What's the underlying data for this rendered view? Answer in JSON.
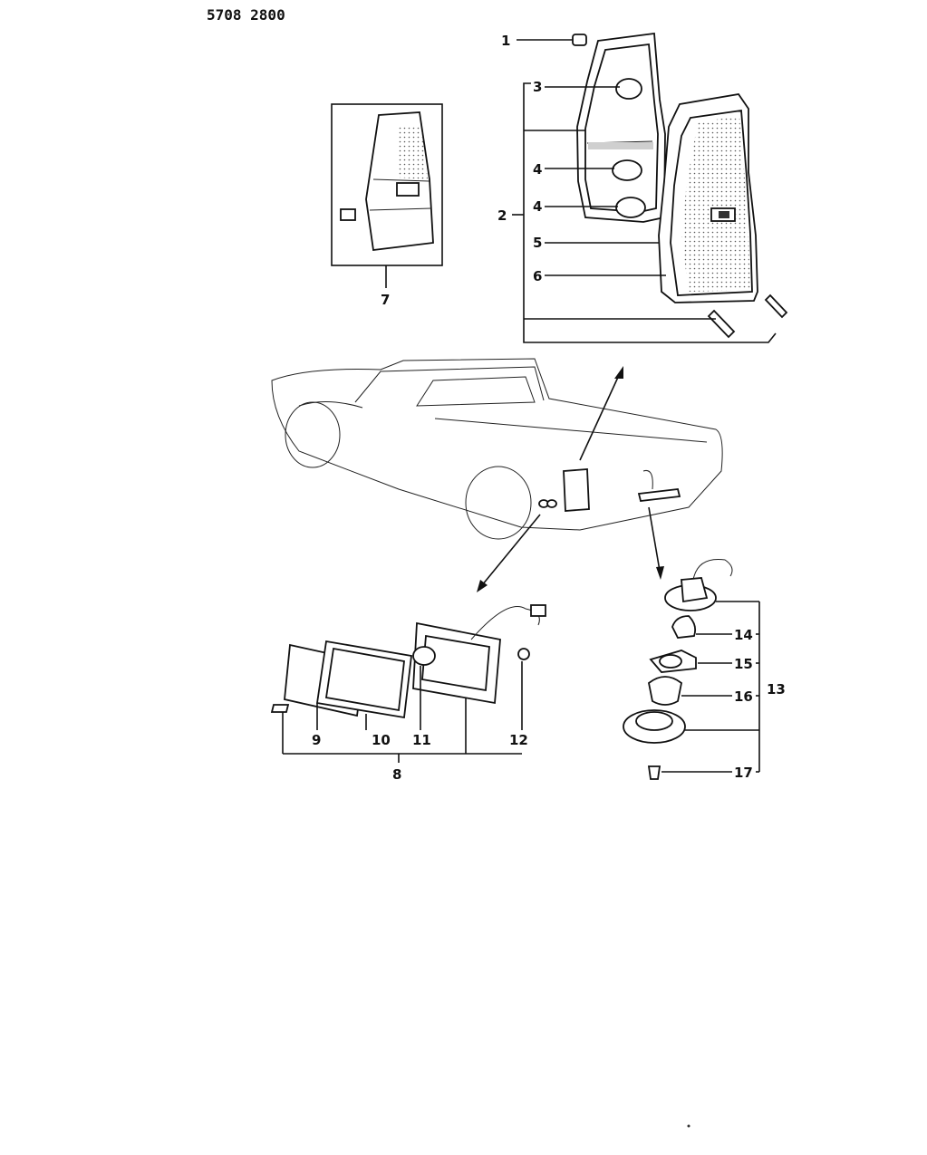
{
  "header": {
    "code": "5708 2800"
  },
  "callouts": {
    "c1": "1",
    "c2": "2",
    "c3": "3",
    "c4a": "4",
    "c4b": "4",
    "c5": "5",
    "c6": "6",
    "c7": "7",
    "c8": "8",
    "c9": "9",
    "c10": "10",
    "c11": "11",
    "c12": "12",
    "c13": "13",
    "c14": "14",
    "c15": "15",
    "c16": "16",
    "c17": "17"
  }
}
